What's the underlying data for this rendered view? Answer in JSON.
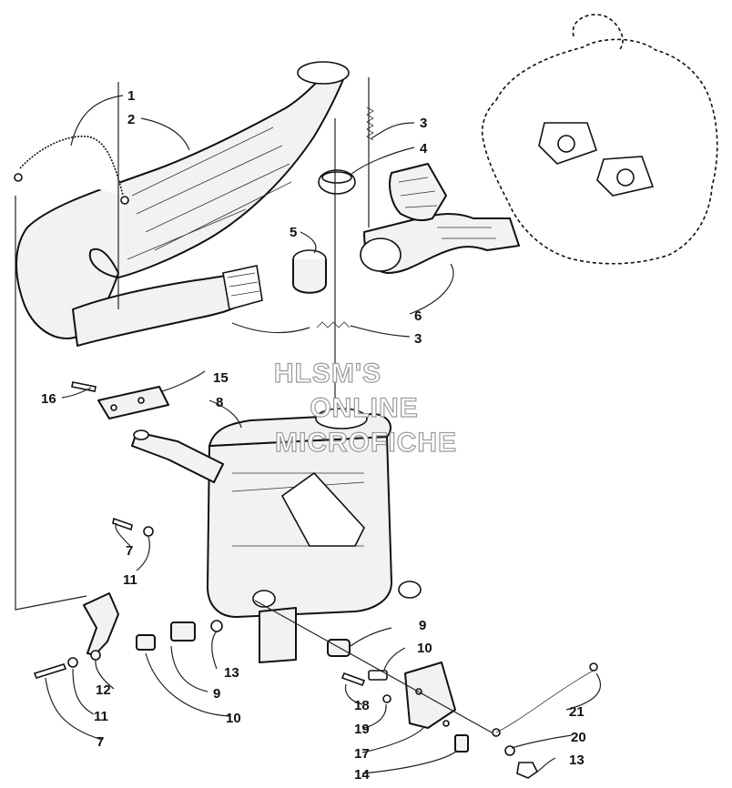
{
  "callouts": [
    {
      "id": "c1",
      "text": "1"
    },
    {
      "id": "c2",
      "text": "2"
    },
    {
      "id": "c3a",
      "text": "3"
    },
    {
      "id": "c4",
      "text": "4"
    },
    {
      "id": "c5",
      "text": "5"
    },
    {
      "id": "c6",
      "text": "6"
    },
    {
      "id": "c3b",
      "text": "3"
    },
    {
      "id": "c15",
      "text": "15"
    },
    {
      "id": "c16",
      "text": "16"
    },
    {
      "id": "c8",
      "text": "8"
    },
    {
      "id": "c7a",
      "text": "7"
    },
    {
      "id": "c11a",
      "text": "11"
    },
    {
      "id": "c9a",
      "text": "9"
    },
    {
      "id": "c10a",
      "text": "10"
    },
    {
      "id": "c13a",
      "text": "13"
    },
    {
      "id": "c12",
      "text": "12"
    },
    {
      "id": "c9b",
      "text": "9"
    },
    {
      "id": "c11b",
      "text": "11"
    },
    {
      "id": "c10b",
      "text": "10"
    },
    {
      "id": "c7b",
      "text": "7"
    },
    {
      "id": "c18",
      "text": "18"
    },
    {
      "id": "c21",
      "text": "21"
    },
    {
      "id": "c19",
      "text": "19"
    },
    {
      "id": "c20",
      "text": "20"
    },
    {
      "id": "c17",
      "text": "17"
    },
    {
      "id": "c13b",
      "text": "13"
    },
    {
      "id": "c14",
      "text": "14"
    }
  ],
  "watermark": {
    "line1": "HLSM'S",
    "line2": "ONLINE",
    "line3": "MICROFICHE"
  }
}
